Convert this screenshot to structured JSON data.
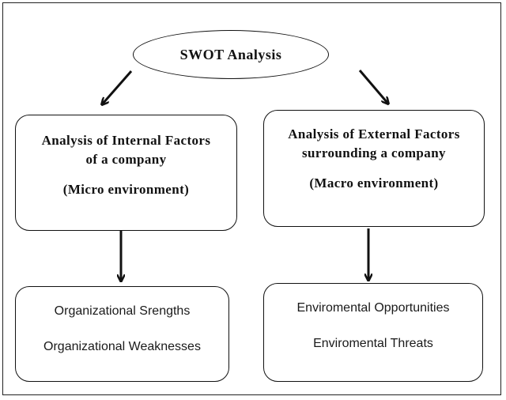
{
  "root": {
    "label": "SWOT Analysis"
  },
  "internal": {
    "line1": "Analysis of Internal Factors",
    "line2": "of a company",
    "environment": "(Micro environment)",
    "items": [
      "Organizational Srengths",
      "Organizational Weaknesses"
    ]
  },
  "external": {
    "line1": "Analysis of External Factors",
    "line2": "surrounding a company",
    "environment": "(Macro environment)",
    "items": [
      "Enviromental Opportunities",
      "Enviromental Threats"
    ]
  }
}
